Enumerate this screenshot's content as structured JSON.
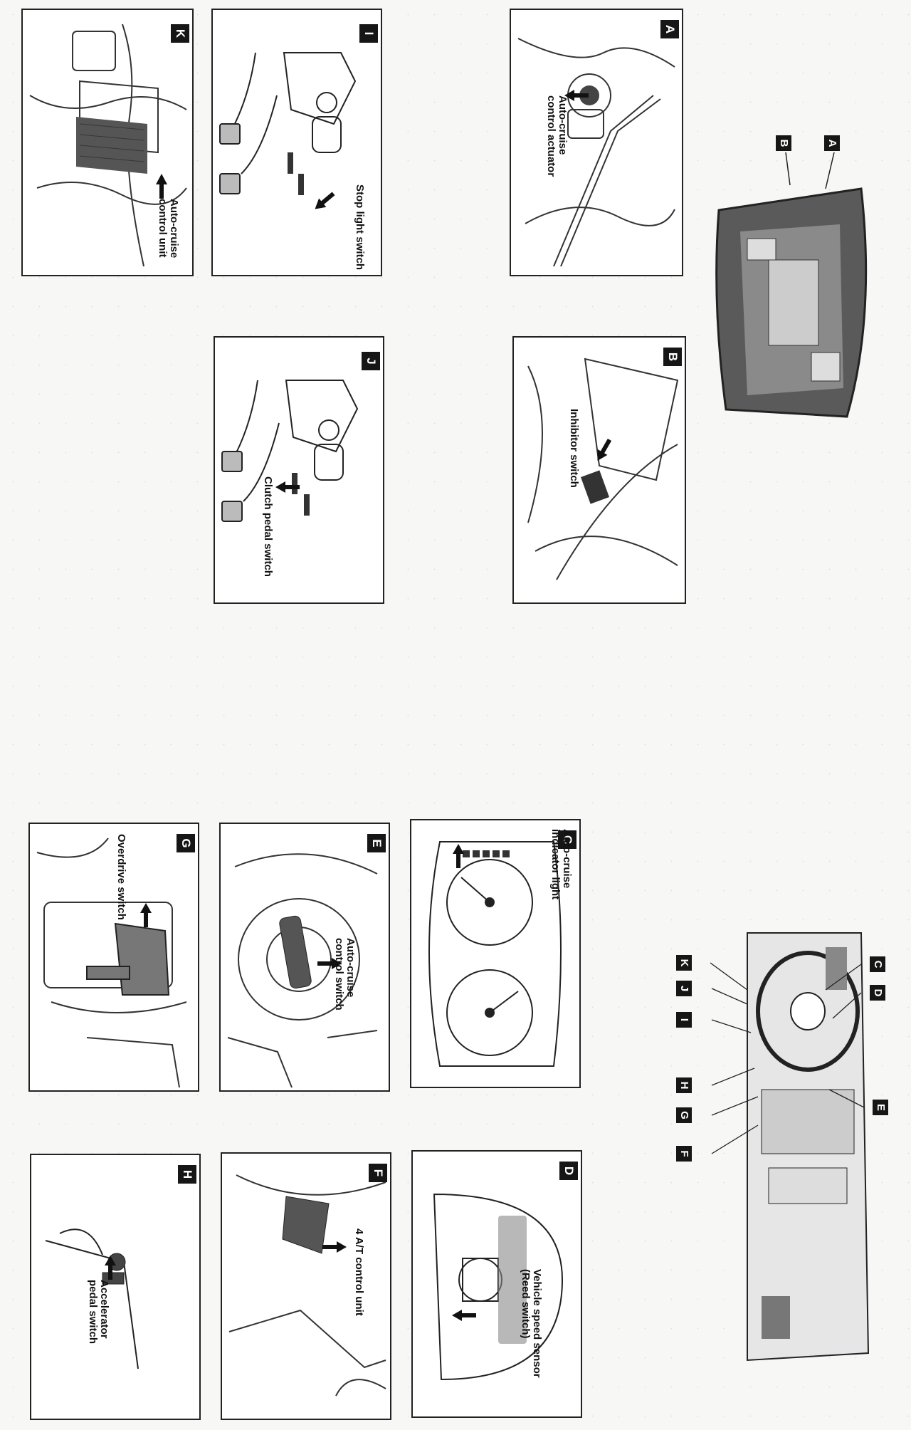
{
  "overview": {
    "engine_tags": [
      "B",
      "A"
    ],
    "dash_tags": {
      "C": "C",
      "D": "D",
      "E": "E",
      "K": "K",
      "J": "J",
      "I": "I",
      "H": "H",
      "G": "G",
      "F": "F"
    }
  },
  "panels": [
    {
      "id": "K",
      "tag": "K",
      "label": "Auto-cruise\ncontrol unit"
    },
    {
      "id": "I",
      "tag": "I",
      "label": "Stop light switch"
    },
    {
      "id": "J",
      "tag": "J",
      "label": "Clutch pedal switch"
    },
    {
      "id": "A",
      "tag": "A",
      "label": "Auto-cruise\ncontrol actuator"
    },
    {
      "id": "B",
      "tag": "B",
      "label": "Inhibitor switch"
    },
    {
      "id": "G",
      "tag": "G",
      "label": "Overdrive switch"
    },
    {
      "id": "E",
      "tag": "E",
      "label": "Auto-cruise\ncontrol switch"
    },
    {
      "id": "C",
      "tag": "C",
      "label": "Auto-cruise\nindicator light"
    },
    {
      "id": "H",
      "tag": "H",
      "label": "Accelerator\npedal switch"
    },
    {
      "id": "F",
      "tag": "F",
      "label": "4 A/T control unit"
    },
    {
      "id": "D",
      "tag": "D",
      "label": "Vehicle speed sensor\n(Reed switch)"
    }
  ]
}
